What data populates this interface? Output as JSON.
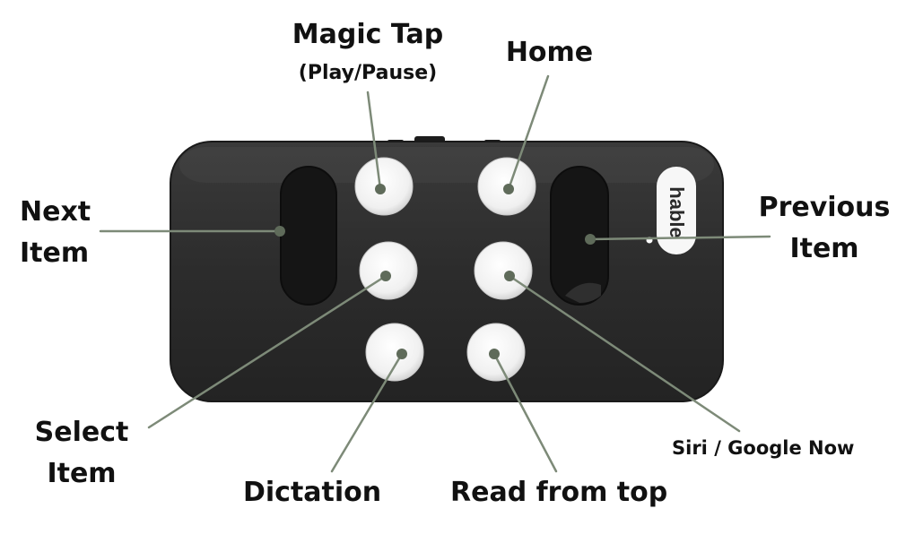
{
  "device": {
    "brand": "hable",
    "colors": {
      "body": "#2e2e2e",
      "body_edge": "#1a1a1a",
      "button": "#f2f2f2",
      "pad": "#141414",
      "callout_line": "#7d8a78",
      "callout_dot": "#5f6b5a",
      "text": "#111111"
    }
  },
  "labels": {
    "magic_tap": {
      "title": "Magic Tap",
      "subtitle": "(Play/Pause)"
    },
    "home": {
      "title": "Home"
    },
    "next_item": {
      "line1": "Next",
      "line2": "Item"
    },
    "previous_item": {
      "line1": "Previous",
      "line2": "Item"
    },
    "select_item": {
      "line1": "Select",
      "line2": "Item"
    },
    "dictation": {
      "title": "Dictation"
    },
    "read_from_top": {
      "title": "Read from top"
    },
    "siri_google_now": {
      "title": "Siri / Google Now"
    }
  }
}
